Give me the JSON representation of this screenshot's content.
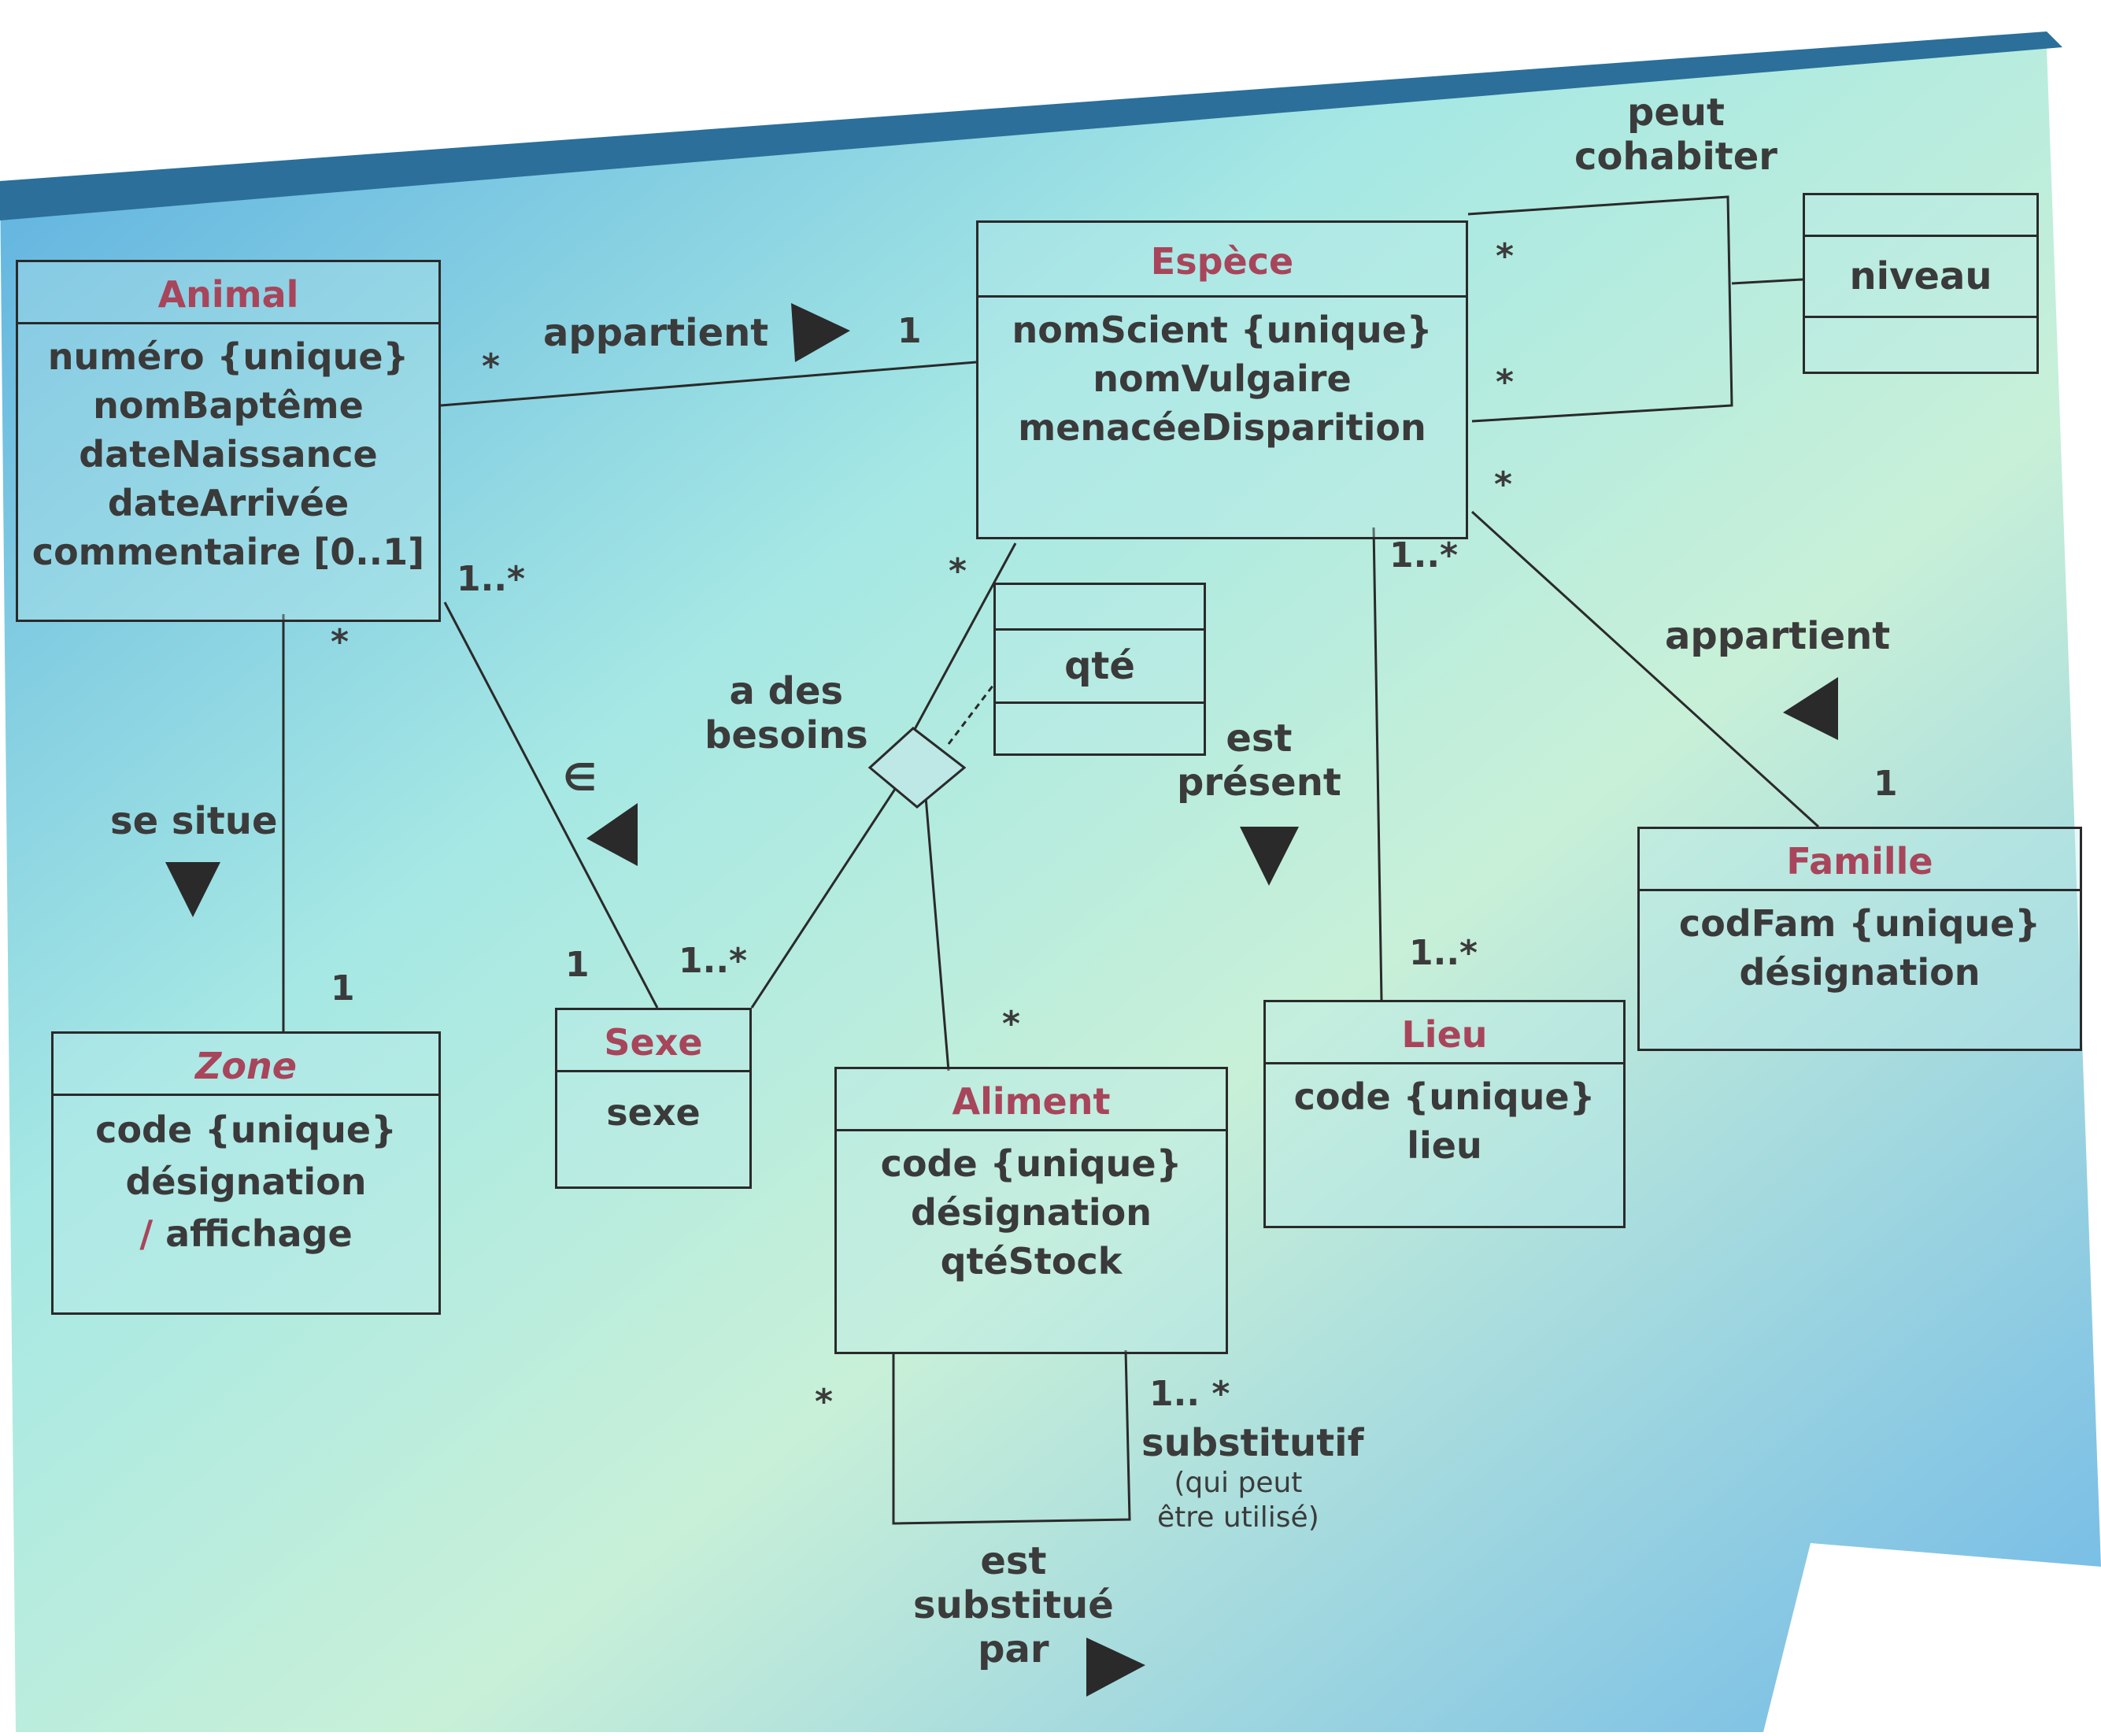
{
  "classes": {
    "animal": {
      "name": "Animal",
      "attributes": [
        "numéro {unique}",
        "nomBaptême",
        "dateNaissance",
        "dateArrivée",
        "commentaire [0..1]"
      ]
    },
    "espece": {
      "name": "Espèce",
      "attributes": [
        "nomScient {unique}",
        "nomVulgaire",
        "menacéeDisparition"
      ]
    },
    "niveau": {
      "name": "niveau"
    },
    "qte": {
      "name": "qté"
    },
    "zone": {
      "name": "Zone",
      "attributes": [
        "code {unique}",
        "désignation"
      ],
      "derived_prefix": "/",
      "derived_attribute": "affichage"
    },
    "sexe": {
      "name": "Sexe",
      "attributes": [
        "sexe"
      ]
    },
    "aliment": {
      "name": "Aliment",
      "attributes": [
        "code {unique}",
        "désignation",
        "qtéStock"
      ]
    },
    "lieu": {
      "name": "Lieu",
      "attributes": [
        "code {unique}",
        "lieu"
      ]
    },
    "famille": {
      "name": "Famille",
      "attributes": [
        "codFam {unique}",
        "désignation"
      ]
    }
  },
  "associations": {
    "appartient_animal_espece": "appartient",
    "peut_cohabiter": [
      "peut",
      "cohabiter"
    ],
    "se_situe": "se situe",
    "element_of": "∈",
    "a_des_besoins": [
      "a des",
      "besoins"
    ],
    "est_present": [
      "est",
      "présent"
    ],
    "appartient_espece_famille": "appartient",
    "substitutif": "substitutif",
    "substitutif_note": [
      "(qui peut",
      "être utilisé)"
    ],
    "est_substitue_par": [
      "est",
      "substitué",
      "par"
    ]
  },
  "multiplicities": {
    "animal_espece_animal": "*",
    "animal_espece_espece": "1",
    "cohabit_top": "*",
    "cohabit_mid": "*",
    "cohabit_bottom": "*",
    "animal_sexe_animal": "1..*",
    "animal_sexe_sexe": "1",
    "animal_zone_animal": "*",
    "animal_zone_zone": "1",
    "besoins_espece": "*",
    "besoins_sexe": "1..*",
    "besoins_aliment": "*",
    "espece_lieu_espece": "1..*",
    "espece_lieu_lieu": "1..*",
    "espece_famille_famille": "1",
    "substitute_left": "*",
    "substitute_right": "1.. *"
  },
  "colors": {
    "class_name": "#a8455a",
    "text": "#3b3b3b",
    "line": "#2a2a2a",
    "bg_blue": "#5aaee0",
    "bg_cyan": "#a6e8e4",
    "bg_green": "#c8f0d8"
  }
}
